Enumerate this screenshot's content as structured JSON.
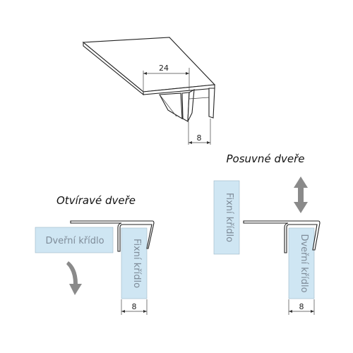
{
  "top_profile": {
    "dim_width": "24",
    "dim_gap": "8"
  },
  "hinged_door": {
    "title": "Otvíravé dveře",
    "door_panel_label": "Dveřní křídlo",
    "fixed_panel_label": "Fixní křídlo",
    "dim_gap": "8"
  },
  "sliding_door": {
    "title": "Posuvné dveře",
    "fixed_panel_label": "Fixní křídlo",
    "door_panel_label": "Dveřní křídlo",
    "dim_gap": "8"
  },
  "colors": {
    "glass": "#cfe6f3",
    "glass_text": "#7f8c99",
    "arrow": "#8a8a8a",
    "outline": "#222222"
  }
}
